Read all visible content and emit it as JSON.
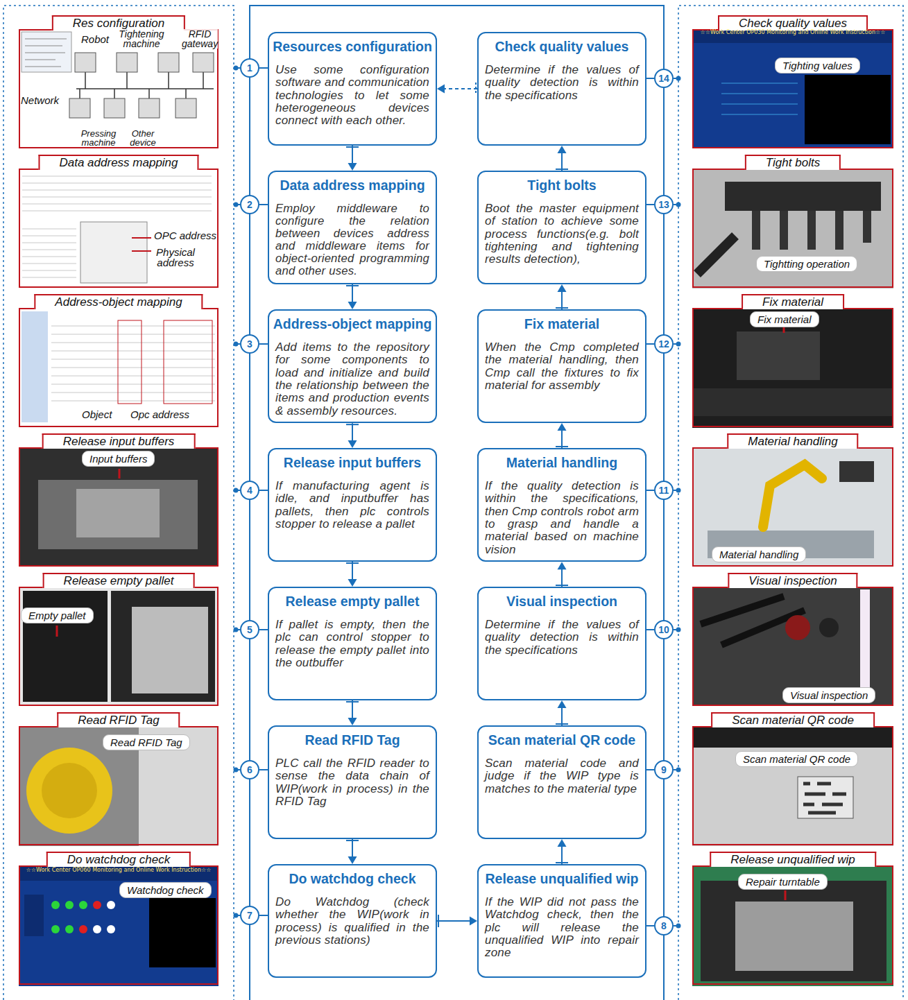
{
  "diagram": {
    "nodes": [
      {
        "text": [
          "Resources configuration",
          "Use some configuration software and communication technologies to let some heterogeneous devices connect with each other."
        ]
      },
      {
        "text": [
          "Data address mapping",
          "Employ middleware to configure the relation between devices address and middleware items for object-oriented programming and other uses."
        ]
      },
      {
        "text": [
          "Address-object mapping",
          "Add items to the repository for some components to load and initialize and build the relationship between the items and production events & assembly resources."
        ]
      },
      {
        "text": [
          "Release input buffers",
          "If manufacturing agent is idle, and inputbuffer has pallets, then plc controls stopper to release a pallet"
        ]
      },
      {
        "text": [
          "Release empty pallet",
          "If pallet is empty, then the plc can control stopper to release the empty pallet into the outbuffer"
        ]
      },
      {
        "text": [
          "Read RFID Tag",
          "PLC call the RFID reader to sense the data chain of WIP(work in process) in the RFID Tag"
        ]
      },
      {
        "text": [
          "Do watchdog check",
          "Do Watchdog (check whether the WIP(work in process) is qualified in the previous stations)"
        ]
      },
      {
        "text": [
          "Release unqualified wip",
          "If the WIP did not pass the Watchdog check, then the plc will release the unqualified WIP into repair zone"
        ]
      },
      {
        "text": [
          "Scan material QR code",
          "Scan material code and judge if the WIP type is matches to the material type"
        ]
      },
      {
        "text": [
          "Visual inspection",
          "Determine if the values of quality detection is within the specifications"
        ]
      },
      {
        "text": [
          "Material handling",
          "If the quality detection is within the specifications, then Cmp controls robot arm to grasp and handle a material based on machine vision"
        ]
      },
      {
        "text": [
          "Fix material",
          "When the Cmp completed the material handling, then Cmp call the fixtures to fix material for assembly"
        ]
      },
      {
        "text": [
          "Tight bolts",
          "Boot the master equipment of station to achieve some process functions(e.g. bolt tightening and tightening results detection),"
        ]
      },
      {
        "text": [
          "Check quality values",
          "Determine if the values of quality detection is within the specifications"
        ]
      },
      {
        "text": [
          "1"
        ]
      },
      {
        "text": [
          "2"
        ]
      },
      {
        "text": [
          "3"
        ]
      },
      {
        "text": [
          "4"
        ]
      },
      {
        "text": [
          "5"
        ]
      },
      {
        "text": [
          "6"
        ]
      },
      {
        "text": [
          "7"
        ]
      },
      {
        "text": [
          "8"
        ]
      },
      {
        "text": [
          "9"
        ]
      },
      {
        "text": [
          "10"
        ]
      },
      {
        "text": [
          "11"
        ]
      },
      {
        "text": [
          "12"
        ]
      },
      {
        "text": [
          "13"
        ]
      },
      {
        "text": [
          "14"
        ]
      },
      {
        "text": [
          "Res configuration"
        ]
      },
      {
        "text": [
          "Data address mapping"
        ]
      },
      {
        "text": [
          "Address-object mapping"
        ]
      },
      {
        "text": [
          "Release input buffers"
        ]
      },
      {
        "text": [
          "Release empty pallet"
        ]
      },
      {
        "text": [
          "Read RFID Tag"
        ]
      },
      {
        "text": [
          "Do watchdog check"
        ]
      },
      {
        "text": [
          "Check quality values"
        ]
      },
      {
        "text": [
          "Tight bolts"
        ]
      },
      {
        "text": [
          "Fix material"
        ]
      },
      {
        "text": [
          "Material handling"
        ]
      },
      {
        "text": [
          "Visual inspection"
        ]
      },
      {
        "text": [
          "Scan material QR code"
        ]
      },
      {
        "text": [
          "Release unqualified wip"
        ]
      },
      {
        "text": [
          "Input buffers"
        ],
        "in": 31
      },
      {
        "text": [
          "Empty pallet"
        ],
        "in": 32
      },
      {
        "text": [
          "Read RFID Tag"
        ],
        "in": 33
      },
      {
        "text": [
          "Watchdog check"
        ],
        "in": 34
      },
      {
        "text": [
          "Tighting values"
        ],
        "in": 35
      },
      {
        "text": [
          "Tightting operation"
        ],
        "in": 36
      },
      {
        "text": [
          "Fix material"
        ],
        "in": 37
      },
      {
        "text": [
          "Material handling"
        ],
        "in": 38
      },
      {
        "text": [
          "Visual inspection"
        ],
        "in": 39
      },
      {
        "text": [
          "Scan material QR code"
        ],
        "in": 40
      },
      {
        "text": [
          "Repair turntable"
        ],
        "in": 41
      }
    ],
    "edges": [
      {
        "from": 0,
        "to": 1,
        "arrow": "to"
      },
      {
        "from": 1,
        "to": 2,
        "arrow": "to"
      },
      {
        "from": 2,
        "to": 3,
        "arrow": "to"
      },
      {
        "from": 3,
        "to": 4,
        "arrow": "to"
      },
      {
        "from": 4,
        "to": 5,
        "arrow": "to"
      },
      {
        "from": 5,
        "to": 6,
        "arrow": "to"
      },
      {
        "from": 6,
        "to": 7,
        "arrow": "to"
      },
      {
        "from": 7,
        "to": 8,
        "arrow": "to"
      },
      {
        "from": 8,
        "to": 9,
        "arrow": "to"
      },
      {
        "from": 9,
        "to": 10,
        "arrow": "to"
      },
      {
        "from": 10,
        "to": 11,
        "arrow": "to"
      },
      {
        "from": 11,
        "to": 12,
        "arrow": "to"
      },
      {
        "from": 12,
        "to": 13,
        "arrow": "to"
      },
      {
        "from": 13,
        "to": 0,
        "arrow": "to"
      },
      {
        "from": 14,
        "to": 0,
        "arrow": "none"
      },
      {
        "from": 15,
        "to": 1,
        "arrow": "none"
      },
      {
        "from": 16,
        "to": 2,
        "arrow": "none"
      },
      {
        "from": 17,
        "to": 3,
        "arrow": "none"
      },
      {
        "from": 18,
        "to": 4,
        "arrow": "none"
      },
      {
        "from": 19,
        "to": 5,
        "arrow": "none"
      },
      {
        "from": 20,
        "to": 6,
        "arrow": "none"
      },
      {
        "from": 21,
        "to": 7,
        "arrow": "none"
      },
      {
        "from": 22,
        "to": 8,
        "arrow": "none"
      },
      {
        "from": 23,
        "to": 9,
        "arrow": "none"
      },
      {
        "from": 24,
        "to": 10,
        "arrow": "none"
      },
      {
        "from": 25,
        "to": 11,
        "arrow": "none"
      },
      {
        "from": 26,
        "to": 12,
        "arrow": "none"
      },
      {
        "from": 27,
        "to": 13,
        "arrow": "none"
      }
    ],
    "labels": [
      "Robot",
      "Tightening machine",
      "RFID gateway",
      "Network",
      "Pressing machine",
      "Other device",
      "OPC address",
      "Physical address",
      "Object",
      "Opc address",
      "☆☆Work Center OP060 Monitoring and Online Work Instruction☆☆",
      "☆☆Work Center OP030 Monitoring and Online Work Instruction☆☆"
    ]
  }
}
